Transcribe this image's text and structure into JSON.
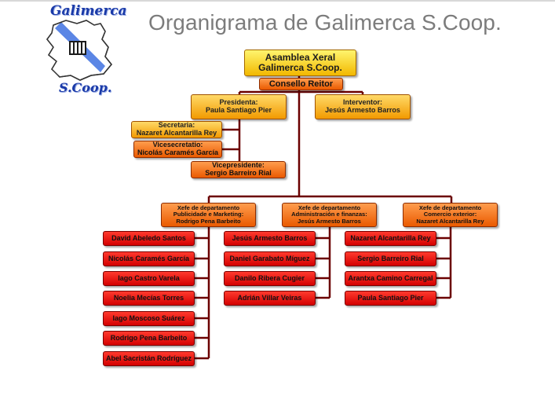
{
  "logo": {
    "top_text": "Galimerca",
    "bottom_text": "S.Coop.",
    "map_icon": "galicia-map-icon",
    "colors": {
      "text": "#1a3aa8",
      "sea": "#5b86e5"
    }
  },
  "title": "Organigrama de Galimerca S.Coop.",
  "org": {
    "assembly": {
      "line1": "Asamblea Xeral",
      "line2": "Galimerca S.Coop."
    },
    "council": "Consello Reitor",
    "president": {
      "role": "Presidenta:",
      "name": "Paula Santiago Pier"
    },
    "controller": {
      "role": "Interventor:",
      "name": "Jesús Armesto Barros"
    },
    "secretary": {
      "role": "Secretaria:",
      "name": "Nazaret Alcantarilla Rey"
    },
    "vicesecretary": {
      "role": "Vicesecretatio:",
      "name": "Nicolás Caramés García"
    },
    "vicepresident": {
      "role": "Vicepresidente:",
      "name": "Sergio Barreiro Rial"
    },
    "departments": [
      {
        "line1": "Xefe de departamento",
        "line2": "Publicidade e Marketing:",
        "line3": "Rodrigo Pena Barbeito",
        "members": [
          "David Abeledo Santos",
          "Nicolás Caramés García",
          "Iago Castro Varela",
          "Noelia Mecías Torres",
          "Iago Moscoso Suárez",
          "Rodrigo Pena Barbeito",
          "Abel Sacristán Rodríguez"
        ]
      },
      {
        "line1": "Xefe de departamento",
        "line2": "Administración e finanzas:",
        "line3": "Jesús Armesto Barros",
        "members": [
          "Jesús Armesto Barros",
          "Daniel Garabato Míguez",
          "Danilo Ribera Cugier",
          "Adrián Villar Veiras"
        ]
      },
      {
        "line1": "Xefe de departamento",
        "line2": "Comercio exterior:",
        "line3": "Nazaret Alcantarilla Rey",
        "members": [
          "Nazaret Alcantarilla Rey",
          "Sergio Barreiro Rial",
          "Arantxa Camino Carregal",
          "Paula Santiago Pier"
        ]
      }
    ]
  },
  "colors": {
    "connector": "#6b0000",
    "title": "#7c7c7c",
    "level_top": "#f2b800",
    "level_council": "#ea5a00",
    "level_board": "#f29a00",
    "level_member": "#d40000"
  }
}
